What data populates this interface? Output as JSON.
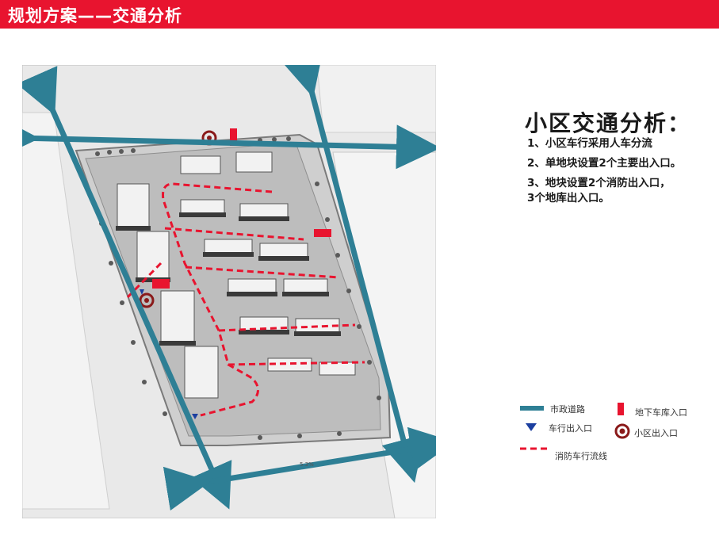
{
  "page_title": "规划方案——交通分析",
  "analysis": {
    "heading": "小区交通分析：",
    "points": [
      "1、小区车行采用人车分流",
      "2、单地块设置2个主要出入口。",
      "3、地块设置2个消防出入口，",
      "3个地库出入口。"
    ]
  },
  "legend": {
    "municipal_road": "市政道路",
    "garage_entrance": "地下车库入口",
    "vehicle_entrance": "车行出入口",
    "community_entrance": "小区出入口",
    "fire_route": "消防车行流线"
  },
  "colors": {
    "header_red": "#e8142f",
    "road_blue": "#2e7f95",
    "entrance_red": "#e8142f",
    "vehicle_blue": "#1c3fa0",
    "community_circle": "#8a1a1a"
  }
}
